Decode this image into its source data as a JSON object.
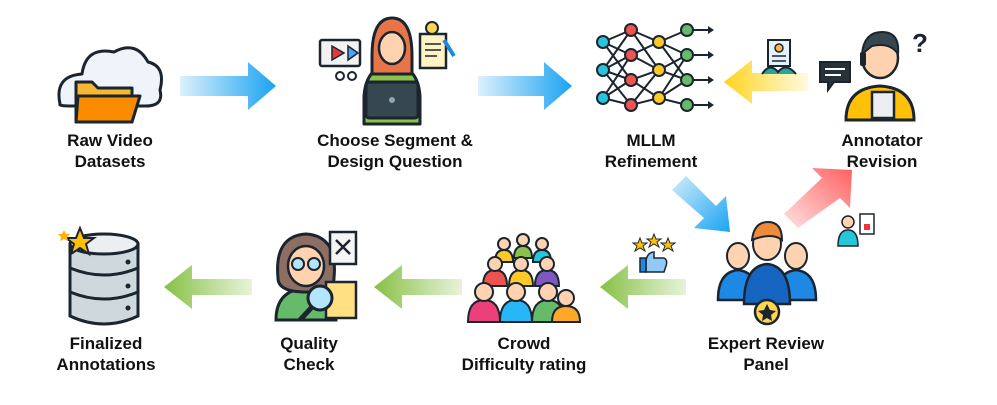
{
  "nodes": {
    "raw_video": {
      "line1": "Raw Video",
      "line2": "Datasets"
    },
    "choose_segment": {
      "line1": "Choose Segment &",
      "line2": "Design Question"
    },
    "mllm": {
      "line1": "MLLM",
      "line2": "Refinement"
    },
    "annotator": {
      "line1": "Annotator",
      "line2": "Revision"
    },
    "expert": {
      "line1": "Expert Review",
      "line2": "Panel"
    },
    "crowd": {
      "line1": "Crowd",
      "line2": "Difficulty rating"
    },
    "quality": {
      "line1": "Quality",
      "line2": "Check"
    },
    "finalized": {
      "line1": "Finalized",
      "line2": "Annotations"
    }
  },
  "colors": {
    "blue_arrow": "#22a7f0",
    "yellow_arrow": "#ffd92a",
    "red_arrow": "#ff6b6b",
    "green_arrow": "#8bc34a"
  }
}
